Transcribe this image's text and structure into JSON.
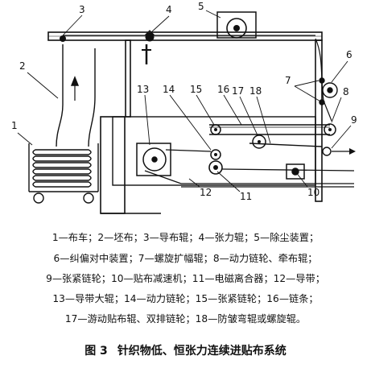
{
  "diagram": {
    "labels": {
      "n1": "1",
      "n2": "2",
      "n3": "3",
      "n4": "4",
      "n5": "5",
      "n6": "6",
      "n7": "7",
      "n8": "8",
      "n9": "9",
      "n10": "10",
      "n11": "11",
      "n12": "12",
      "n13": "13",
      "n14": "14",
      "n15": "15",
      "n16": "16",
      "n17": "17",
      "n18": "18"
    }
  },
  "legend": {
    "line1": "1—布车；2—坯布；3—导布辊；4—张力辊；5—除尘装置；",
    "line2": "6—纠偏对中装置；7—螺旋扩幅辊；8—动力链轮、牵布辊；",
    "line3": "9—张紧链轮；10—贴布减速机；11—电磁离合器；12—导带；",
    "line4": "13—导带大辊；14—动力链轮；15—张紧链轮；16—链条；",
    "line5": "17—游动贴布辊、双排链轮；18—防皱弯辊或螺旋辊。"
  },
  "caption": {
    "figure_no": "图 3",
    "title": "针织物低、恒张力连续进贴布系统"
  }
}
